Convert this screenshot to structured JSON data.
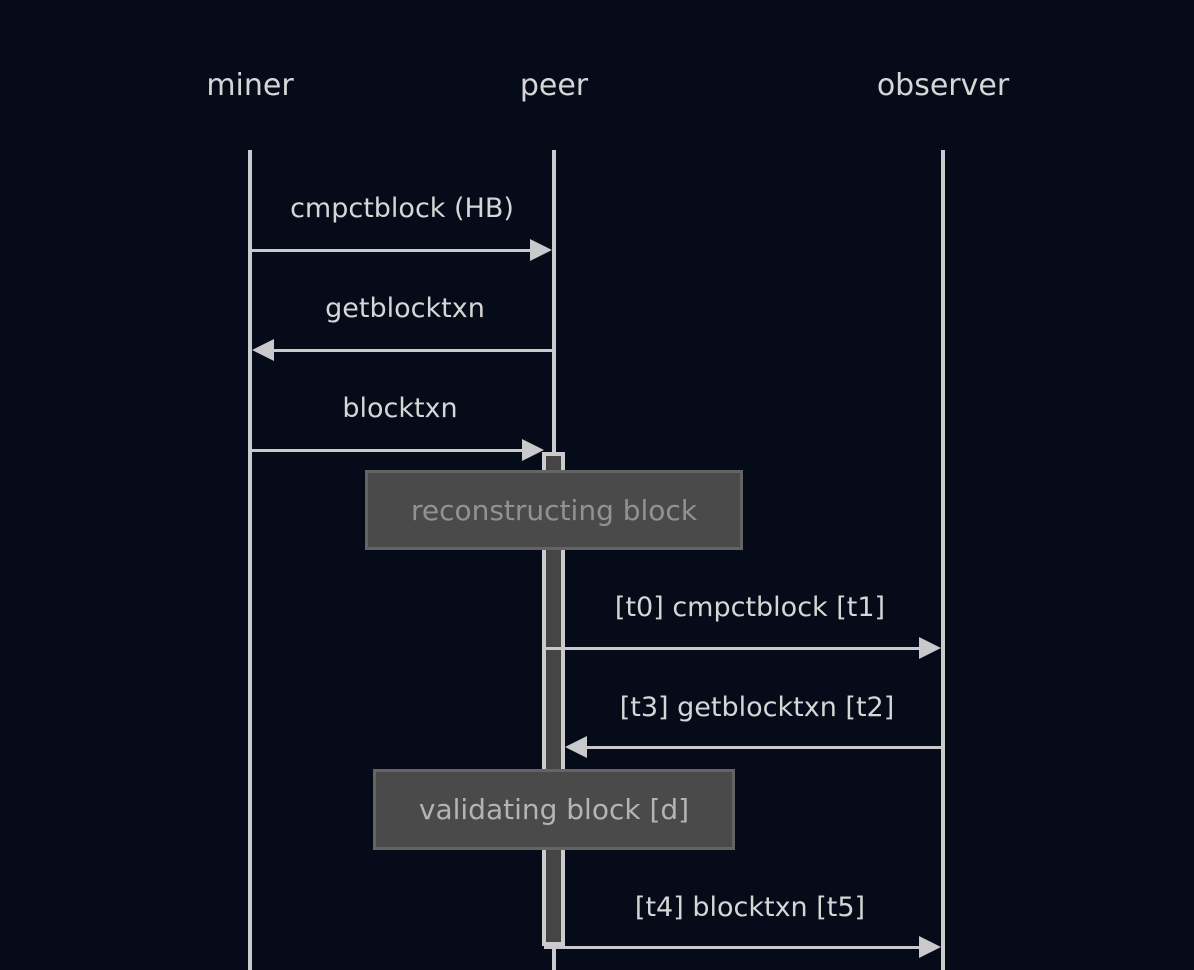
{
  "diagram": {
    "type": "sequence-diagram",
    "actors": [
      {
        "id": "miner",
        "label": "miner"
      },
      {
        "id": "peer",
        "label": "peer"
      },
      {
        "id": "observer",
        "label": "observer"
      }
    ],
    "messages": [
      {
        "label": "cmpctblock (HB)",
        "from": "miner",
        "to": "peer",
        "direction": "right"
      },
      {
        "label": "getblocktxn",
        "from": "peer",
        "to": "miner",
        "direction": "left"
      },
      {
        "label": "blocktxn",
        "from": "miner",
        "to": "peer",
        "direction": "right"
      },
      {
        "label": "[t0] cmpctblock [t1]",
        "from": "peer",
        "to": "observer",
        "direction": "right"
      },
      {
        "label": "[t3] getblocktxn [t2]",
        "from": "observer",
        "to": "peer",
        "direction": "left"
      },
      {
        "label": "[t4] blocktxn [t5]",
        "from": "peer",
        "to": "observer",
        "direction": "right"
      }
    ],
    "activities": [
      {
        "label": "reconstructing block",
        "on": "peer"
      },
      {
        "label": "validating block [d]",
        "on": "peer"
      }
    ],
    "colors": {
      "background": "#060b19",
      "line": "#c9c9cc",
      "text": "#d6d6d6",
      "activity_fill": "#4a4a4a",
      "activity_border": "#646464",
      "activation_fill": "#454545"
    }
  }
}
